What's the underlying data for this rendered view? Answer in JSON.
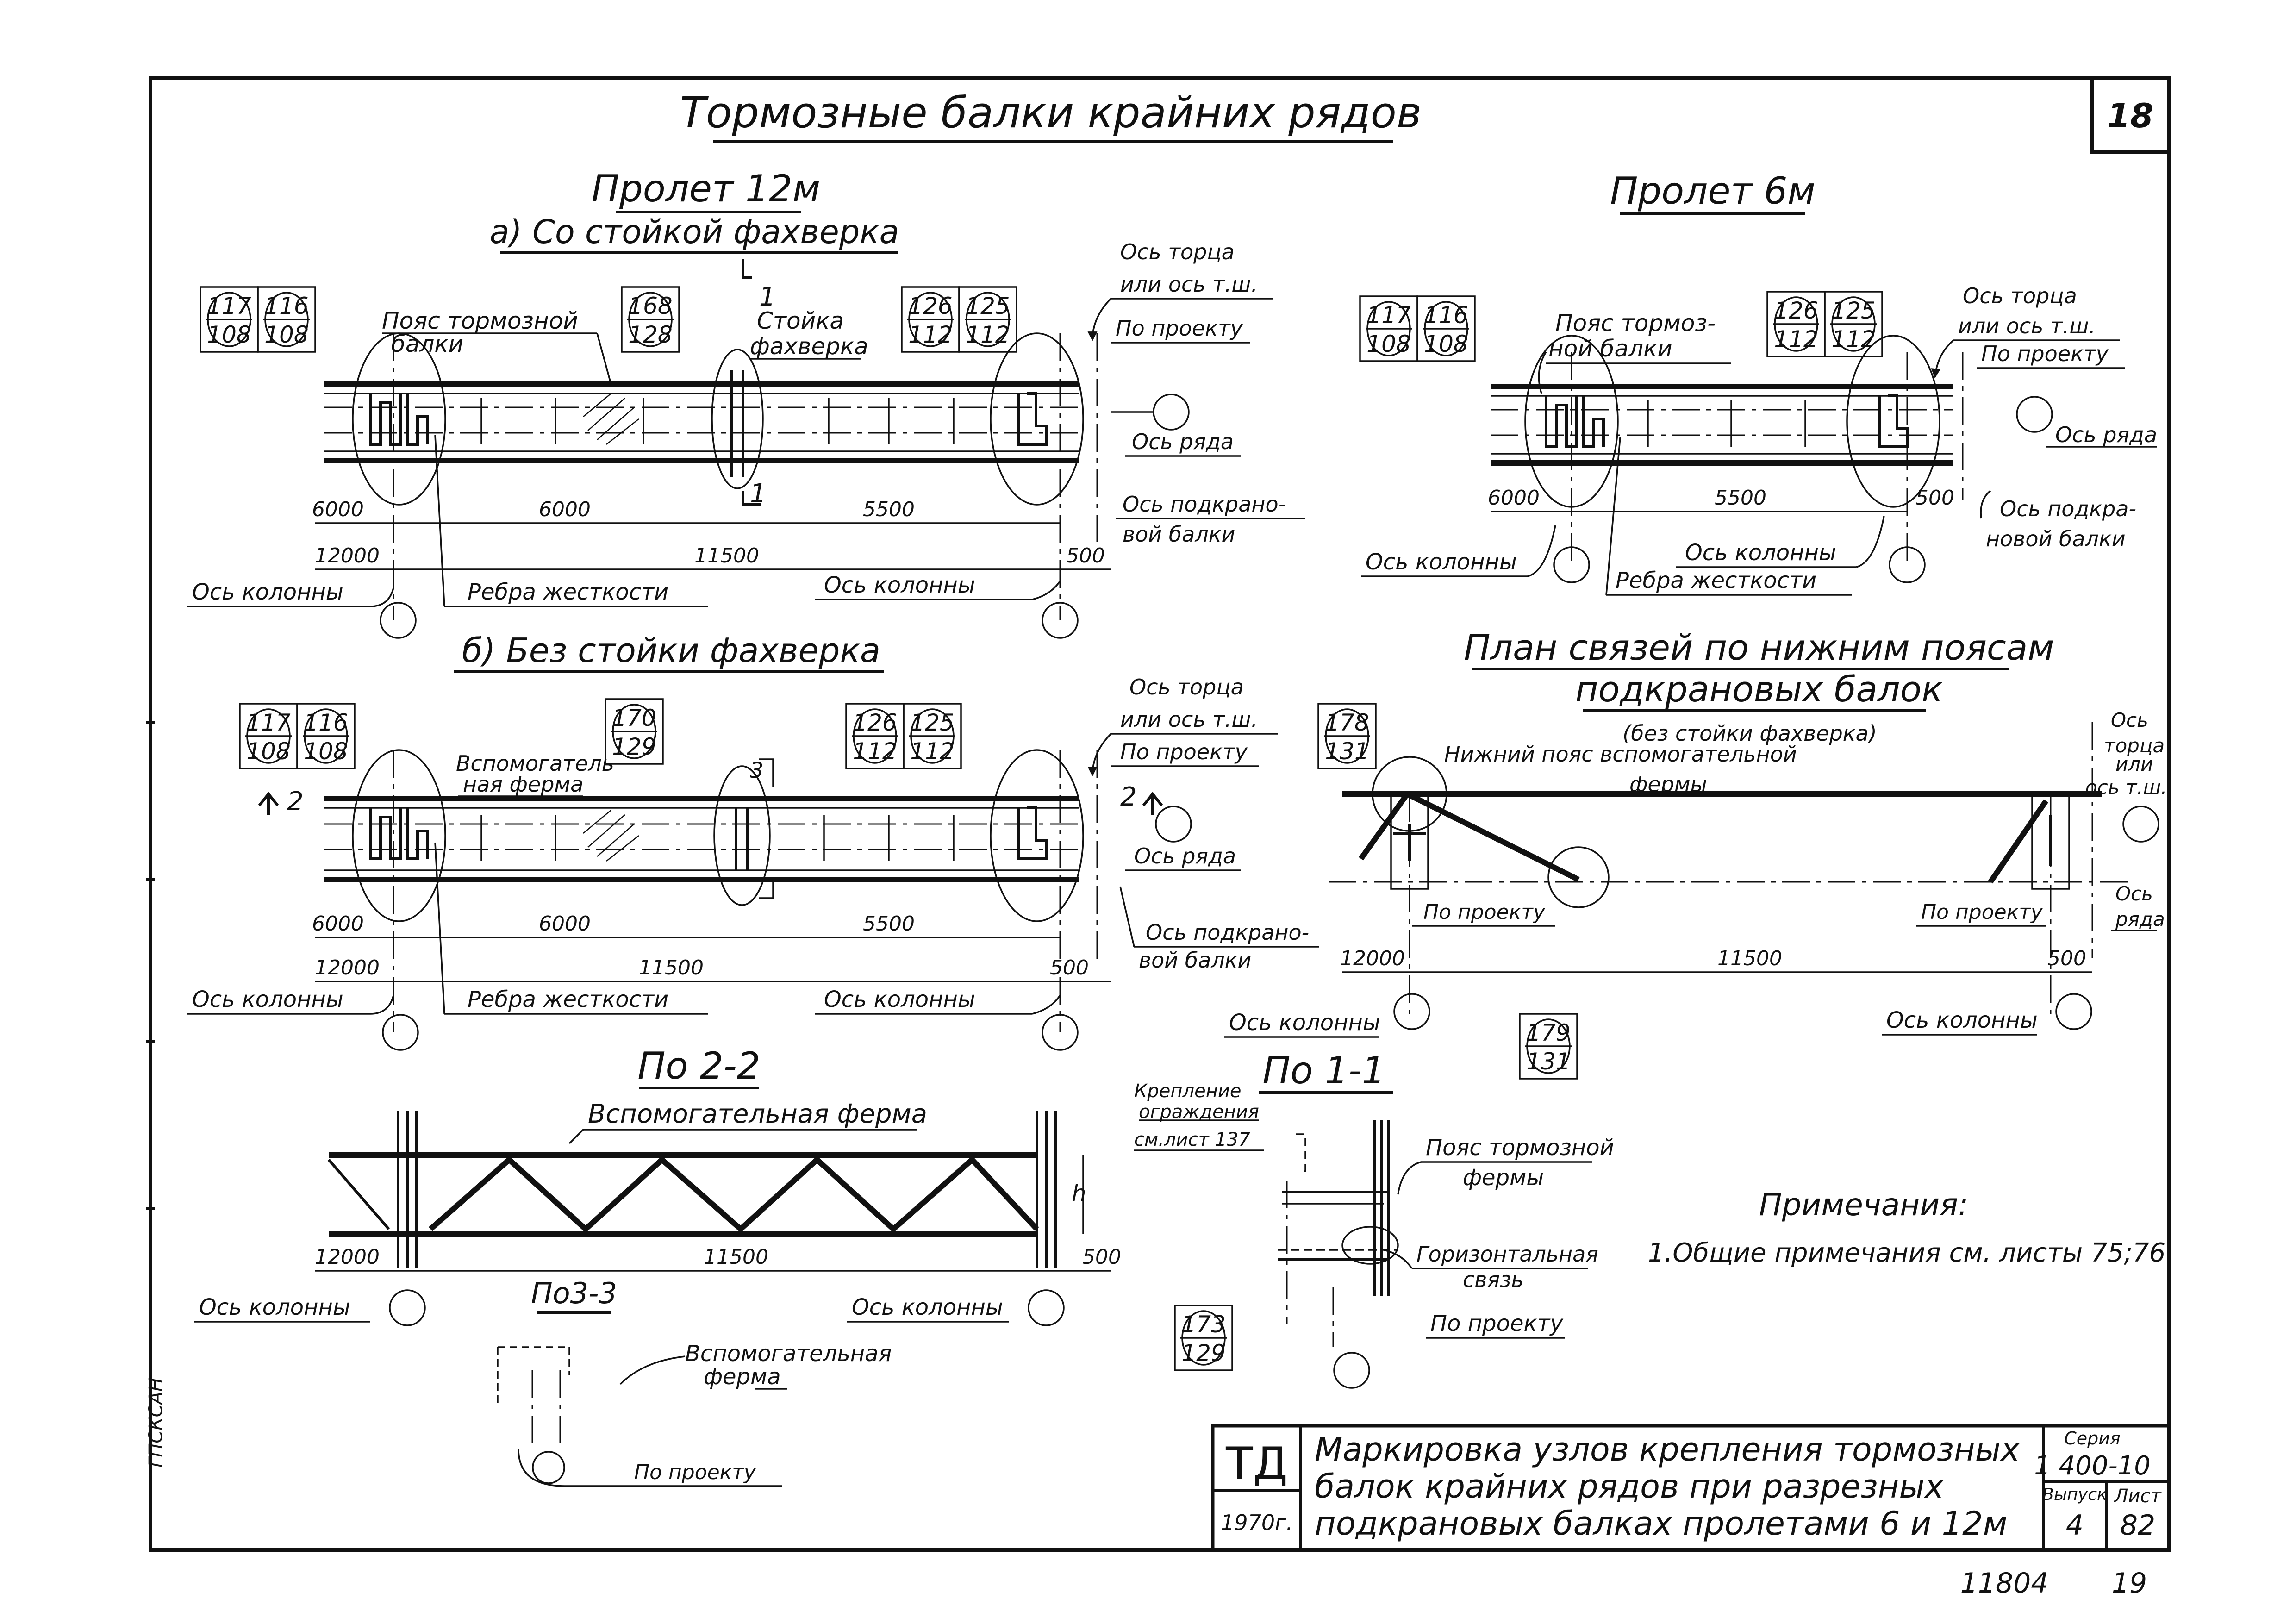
{
  "title": "Тормозные балки крайних рядов",
  "sheet_number": "18",
  "views": {
    "span12": {
      "heading": "Пролет 12м",
      "variant_a": {
        "subheading": "а) Со стойкой фахверка",
        "marks": [
          {
            "top": "117",
            "bottom": "108"
          },
          {
            "top": "116",
            "bottom": "108"
          },
          {
            "top": "168",
            "bottom": "128"
          },
          {
            "top": "126",
            "bottom": "112"
          },
          {
            "top": "125",
            "bottom": "112"
          }
        ],
        "labels": {
          "belt": "Пояс тормозной",
          "belt2": "балки",
          "post": "Стойка",
          "post2": "фахверка",
          "axis_end": "Ось торца",
          "axis_end2": "или ось т.ш.",
          "by_design": "По проекту",
          "axis_row": "Ось ряда",
          "axis_crane": "Ось подкрано-",
          "axis_crane2": "вой балки",
          "axis_col_left": "Ось колонны",
          "axis_col_right": "Ось колонны",
          "ribs": "Ребра жесткости",
          "section_mark": "1"
        },
        "dims": {
          "d6000a": "6000",
          "d6000b": "6000",
          "d5500": "5500",
          "d12000": "12000",
          "d11500": "11500",
          "d500": "500"
        }
      },
      "variant_b": {
        "subheading": "б) Без стойки фахверка",
        "marks": [
          {
            "top": "117",
            "bottom": "108"
          },
          {
            "top": "116",
            "bottom": "108"
          },
          {
            "top": "170",
            "bottom": "129"
          },
          {
            "top": "126",
            "bottom": "112"
          },
          {
            "top": "125",
            "bottom": "112"
          }
        ],
        "labels": {
          "aux_truss": "Вспомогатель",
          "aux_truss2": "ная ферма",
          "axis_end": "Ось торца",
          "axis_end2": "или ось т.ш.",
          "by_design": "По проекту",
          "axis_row": "Ось ряда",
          "axis_crane": "Ось подкрано-",
          "axis_crane2": "вой балки",
          "axis_col_left": "Ось колонны",
          "axis_col_right": "Ось колонны",
          "ribs": "Ребра жесткости",
          "section2": "2",
          "section3": "3"
        },
        "dims": {
          "d6000a": "6000",
          "d6000b": "6000",
          "d5500": "5500",
          "d12000": "12000",
          "d11500": "11500",
          "d500": "500"
        }
      }
    },
    "span6": {
      "heading": "Пролет 6м",
      "marks": [
        {
          "top": "117",
          "bottom": "108"
        },
        {
          "top": "116",
          "bottom": "108"
        },
        {
          "top": "126",
          "bottom": "112"
        },
        {
          "top": "125",
          "bottom": "112"
        }
      ],
      "labels": {
        "belt": "Пояс тормоз-",
        "belt2": "ной балки",
        "axis_end": "Ось торца",
        "axis_end2": "или ось т.ш.",
        "by_design": "По проекту",
        "axis_row": "Ось ряда",
        "axis_crane": "Ось подкра-",
        "axis_crane2": "новой балки",
        "axis_col_left": "Ось колонны",
        "axis_col_right": "Ось колонны",
        "ribs": "Ребра жесткости"
      },
      "dims": {
        "d6000": "6000",
        "d5500": "5500",
        "d500": "500"
      }
    },
    "plan": {
      "heading": "План связей по нижним поясам",
      "heading2": "подкрановых балок",
      "subheading": "(без стойки фахверка)",
      "marks": [
        {
          "top": "178",
          "bottom": "131"
        },
        {
          "top": "179",
          "bottom": "131"
        }
      ],
      "labels": {
        "lower_belt": "Нижний пояс вспомогательной",
        "lower_belt2": "фермы",
        "axis_end": "Ось",
        "axis_end2": "торца",
        "axis_end3": "или",
        "axis_end4": "ось т.ш.",
        "axis_row": "Ось",
        "axis_row2": "ряда",
        "by_design_left": "По проекту",
        "by_design_right": "По проекту",
        "axis_col_left": "Ось колонны",
        "axis_col_right": "Ось колонны"
      },
      "dims": {
        "d12000": "12000",
        "d11500": "11500",
        "d500": "500"
      }
    },
    "section22": {
      "heading": "По 2-2",
      "label": "Вспомогательная ферма",
      "height": "h",
      "axis_col_left": "Ось колонны",
      "axis_col_right": "Ось колонны",
      "dims": {
        "d12000": "12000",
        "d11500": "11500",
        "d500": "500"
      }
    },
    "section11": {
      "heading": "По 1-1",
      "mark": {
        "top": "173",
        "bottom": "129"
      },
      "labels": {
        "fence": "Крепление",
        "fence2": "ограждения",
        "fence3": "см.лист 137",
        "belt": "Пояс тормозной",
        "belt2": "фермы",
        "horiz": "Горизонтальная",
        "horiz2": "связь",
        "by_design": "По проекту"
      }
    },
    "section33": {
      "heading": "По3-3",
      "label": "Вспомогательная",
      "label2": "ферма",
      "by_design": "По проекту"
    }
  },
  "notes": {
    "heading": "Примечания:",
    "items": [
      "1.Общие примечания см. листы 75;76."
    ]
  },
  "title_block": {
    "code": "ТД",
    "year": "1970г.",
    "description_lines": [
      "Маркировка узлов крепления тормозных",
      "балок крайних рядов при разрезных",
      "подкрановых балках пролетами 6 и 12м"
    ],
    "series_label": "Серия",
    "series": "1 400-10",
    "issue_label": "Выпуск",
    "issue": "4",
    "sheet_label": "Лист",
    "sheet": "82"
  },
  "footer": {
    "inventory": "11804",
    "page": "19"
  },
  "side_stamp": "ГПСКСАН"
}
